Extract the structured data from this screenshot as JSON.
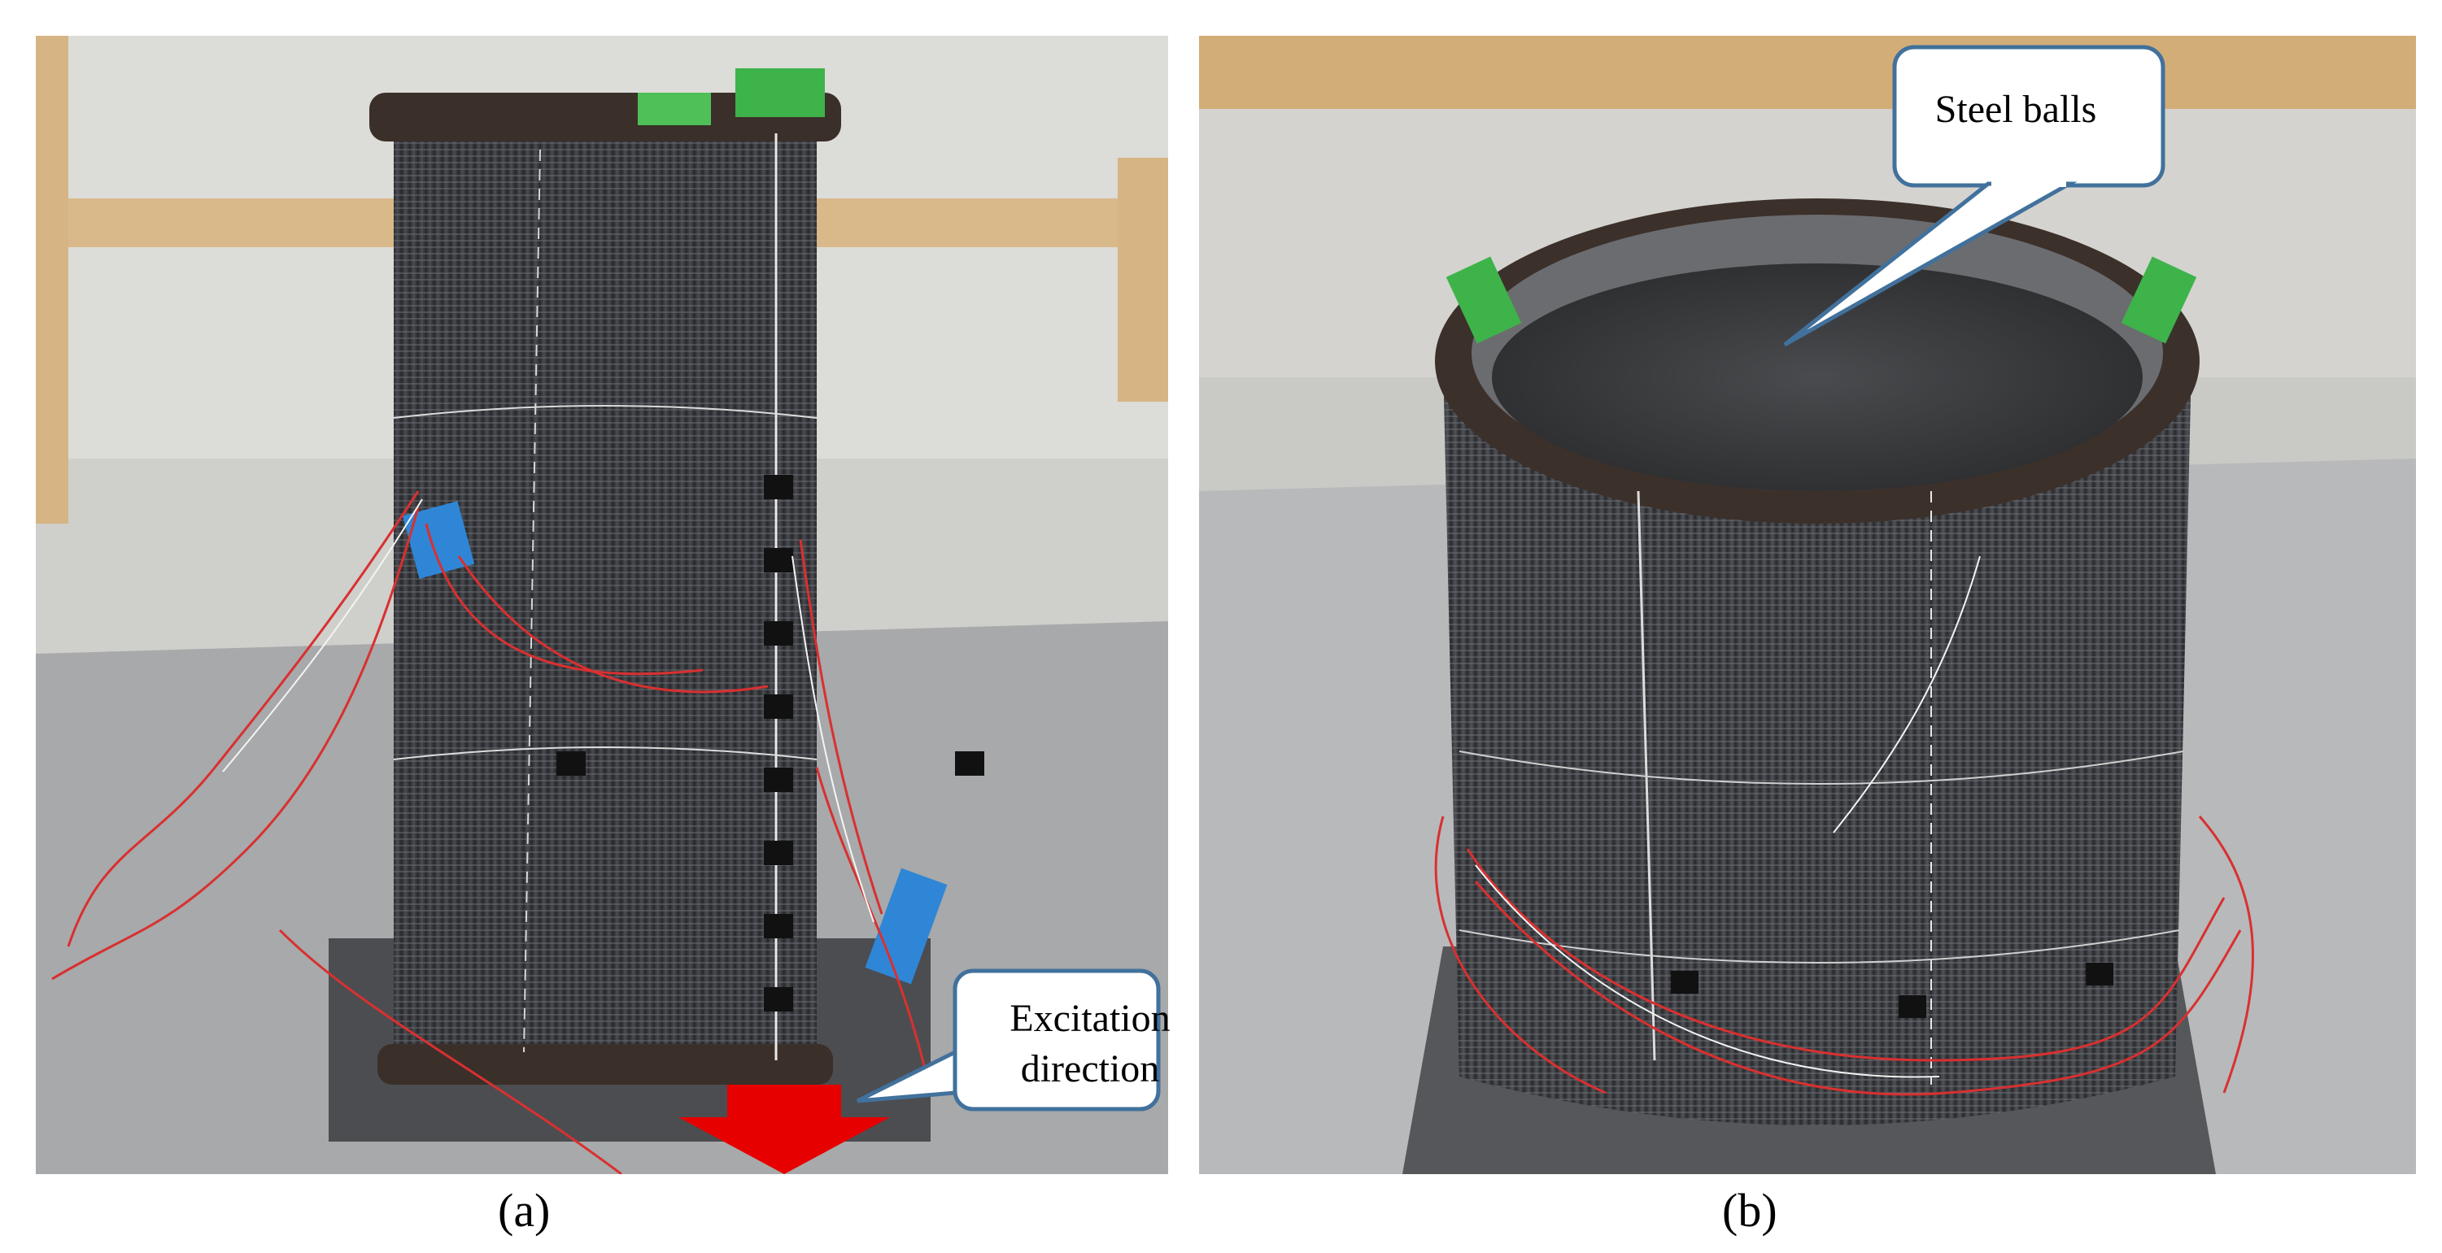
{
  "panels": [
    {
      "id": "a",
      "label": "(a)"
    },
    {
      "id": "b",
      "label": "(b)"
    }
  ],
  "callouts": {
    "steel_balls": "Steel balls",
    "excitation_line1": "Excitation",
    "excitation_line2": "direction"
  },
  "colors": {
    "arrow": "#e60000",
    "callout_border": "#41719c",
    "cylinder": "#3a3c40",
    "wire_red": "#d93030",
    "tape_blue": "#2f86d6",
    "tape_green": "#3db34a"
  }
}
